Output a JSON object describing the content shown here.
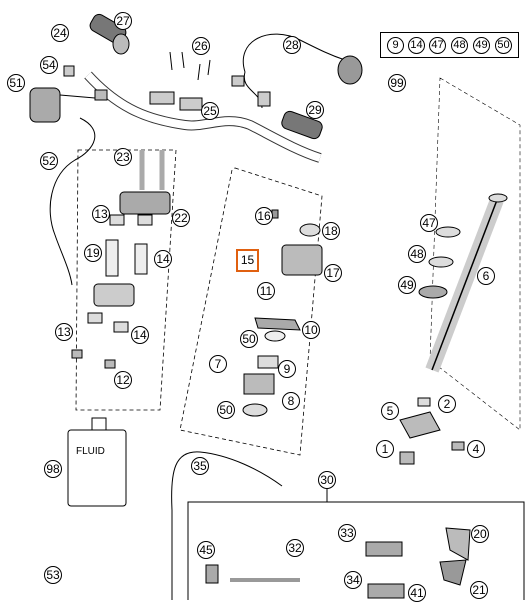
{
  "diagram": {
    "callouts": [
      {
        "id": "c27",
        "label": "27"
      },
      {
        "id": "c24",
        "label": "24"
      },
      {
        "id": "c26",
        "label": "26"
      },
      {
        "id": "c28",
        "label": "28"
      },
      {
        "id": "c54",
        "label": "54"
      },
      {
        "id": "c51",
        "label": "51"
      },
      {
        "id": "c25",
        "label": "25"
      },
      {
        "id": "c29",
        "label": "29"
      },
      {
        "id": "c23",
        "label": "23"
      },
      {
        "id": "c52",
        "label": "52"
      },
      {
        "id": "c13a",
        "label": "13"
      },
      {
        "id": "c22",
        "label": "22"
      },
      {
        "id": "c16",
        "label": "16"
      },
      {
        "id": "c18",
        "label": "18"
      },
      {
        "id": "c19",
        "label": "19"
      },
      {
        "id": "c14a",
        "label": "14"
      },
      {
        "id": "c15",
        "label": "15",
        "highlighted": true
      },
      {
        "id": "c17",
        "label": "17"
      },
      {
        "id": "c47",
        "label": "47"
      },
      {
        "id": "c48",
        "label": "48"
      },
      {
        "id": "c49",
        "label": "49"
      },
      {
        "id": "c6",
        "label": "6"
      },
      {
        "id": "c11",
        "label": "11"
      },
      {
        "id": "c13b",
        "label": "13"
      },
      {
        "id": "c14b",
        "label": "14"
      },
      {
        "id": "c10",
        "label": "10"
      },
      {
        "id": "c50a",
        "label": "50"
      },
      {
        "id": "c7",
        "label": "7"
      },
      {
        "id": "c9",
        "label": "9"
      },
      {
        "id": "c12",
        "label": "12"
      },
      {
        "id": "c8",
        "label": "8"
      },
      {
        "id": "c50b",
        "label": "50"
      },
      {
        "id": "c5",
        "label": "5"
      },
      {
        "id": "c2",
        "label": "2"
      },
      {
        "id": "c1",
        "label": "1"
      },
      {
        "id": "c4",
        "label": "4"
      },
      {
        "id": "c98",
        "label": "98"
      },
      {
        "id": "c35",
        "label": "35"
      },
      {
        "id": "c30",
        "label": "30"
      },
      {
        "id": "c33",
        "label": "33"
      },
      {
        "id": "c45",
        "label": "45"
      },
      {
        "id": "c32",
        "label": "32"
      },
      {
        "id": "c20",
        "label": "20"
      },
      {
        "id": "c53",
        "label": "53"
      },
      {
        "id": "c34",
        "label": "34"
      },
      {
        "id": "c41",
        "label": "41"
      },
      {
        "id": "c21",
        "label": "21"
      },
      {
        "id": "c99",
        "label": "99"
      }
    ],
    "kit_items": [
      "9",
      "14",
      "47",
      "48",
      "49",
      "50"
    ],
    "fluid_label": "FLUID",
    "highlight_color": "#e06010"
  }
}
